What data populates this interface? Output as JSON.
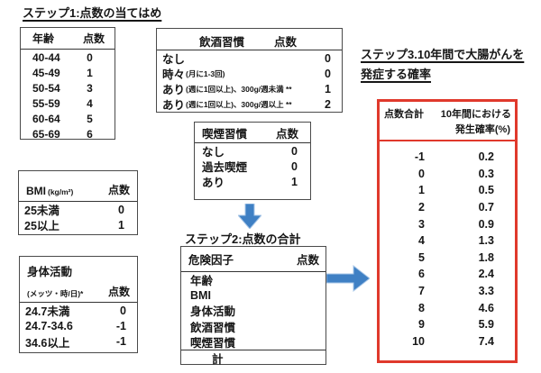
{
  "colors": {
    "red_border": "#e0392c",
    "arrow_blue": "#3f80c4",
    "table_border": "#4a4a4a",
    "text": "#161616"
  },
  "step1": {
    "title": "ステップ1:点数の当てはめ",
    "age_table": {
      "col1_header": "年齢",
      "col2_header": "点数",
      "rows": [
        {
          "label": "40-44",
          "score": "0"
        },
        {
          "label": "45-49",
          "score": "1"
        },
        {
          "label": "50-54",
          "score": "3"
        },
        {
          "label": "55-59",
          "score": "4"
        },
        {
          "label": "60-64",
          "score": "5"
        },
        {
          "label": "65-69",
          "score": "6"
        }
      ]
    },
    "drink_table": {
      "col1_header": "飲酒習慣",
      "col2_header": "点数",
      "rows": [
        {
          "label": "なし",
          "note": "",
          "score": "0"
        },
        {
          "label": "時々",
          "note": "(月に1-3回)",
          "score": "0"
        },
        {
          "label": "あり",
          "note": "(週に1回以上)、300g/週未満 **",
          "score": "1"
        },
        {
          "label": "あり",
          "note": "(週に1回以上)、300g/週以上 **",
          "score": "2"
        }
      ]
    },
    "smoke_table": {
      "col1_header": "喫煙習慣",
      "col2_header": "点数",
      "rows": [
        {
          "label": "なし",
          "score": "0"
        },
        {
          "label": "過去喫煙",
          "score": "0"
        },
        {
          "label": "あり",
          "score": "1"
        }
      ]
    },
    "bmi_table": {
      "col1_header": "BMI",
      "col1_unit": "(kg/m²)",
      "col2_header": "点数",
      "rows": [
        {
          "label": "25未満",
          "score": "0"
        },
        {
          "label": "25以上",
          "score": "1"
        }
      ]
    },
    "activity_table": {
      "col1_header": "身体活動",
      "col1_unit": "(メッツ・時/日)*",
      "col2_header": "点数",
      "rows": [
        {
          "label": "24.7未満",
          "score": "0"
        },
        {
          "label": "24.7-34.6",
          "score": "-1"
        },
        {
          "label": "34.6以上",
          "score": "-1"
        }
      ]
    }
  },
  "step2": {
    "title": "ステップ2:点数の合計",
    "table": {
      "col1_header": "危険因子",
      "col2_header": "点数",
      "rows": [
        {
          "label": "年齢"
        },
        {
          "label": "BMI"
        },
        {
          "label": "身体活動"
        },
        {
          "label": "飲酒習慣"
        },
        {
          "label": "喫煙習慣"
        }
      ],
      "total_label": "計"
    }
  },
  "step3": {
    "title_line1": "ステップ3.10年間で大腸がんを",
    "title_line2": "発症する確率",
    "table": {
      "col1_header": "点数合計",
      "col2_header_line1": "10年間における",
      "col2_header_line2": "発生確率(%)",
      "rows": [
        {
          "score": "-1",
          "prob": "0.2"
        },
        {
          "score": "0",
          "prob": "0.3"
        },
        {
          "score": "1",
          "prob": "0.5"
        },
        {
          "score": "2",
          "prob": "0.7"
        },
        {
          "score": "3",
          "prob": "0.9"
        },
        {
          "score": "4",
          "prob": "1.3"
        },
        {
          "score": "5",
          "prob": "1.8"
        },
        {
          "score": "6",
          "prob": "2.4"
        },
        {
          "score": "7",
          "prob": "3.3"
        },
        {
          "score": "8",
          "prob": "4.6"
        },
        {
          "score": "9",
          "prob": "5.9"
        },
        {
          "score": "10",
          "prob": "7.4"
        }
      ]
    }
  }
}
